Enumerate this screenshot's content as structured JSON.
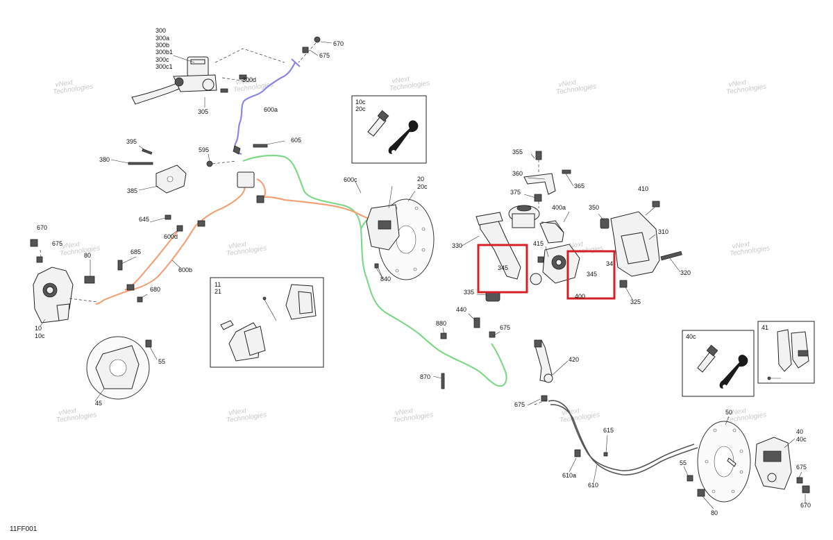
{
  "figure_code": "11FF001",
  "watermark": {
    "line1": "vNext",
    "line2": "Technologies",
    "combined": "vNext Technologies"
  },
  "colors": {
    "hose_front_upper": "#8c86e8",
    "hose_rear": "#7fd88a",
    "hose_front_lower": "#f2a277",
    "highlight": "#d41f26"
  },
  "callouts": [
    {
      "id": "c-300",
      "text": "300"
    },
    {
      "id": "c-300a",
      "text": "300a"
    },
    {
      "id": "c-300b",
      "text": "300b"
    },
    {
      "id": "c-300b1",
      "text": "300b1"
    },
    {
      "id": "c-300c",
      "text": "300c"
    },
    {
      "id": "c-300c1",
      "text": "300c1"
    },
    {
      "id": "c-300d",
      "text": "300d"
    },
    {
      "id": "c-305",
      "text": "305"
    },
    {
      "id": "c-670-top",
      "text": "670"
    },
    {
      "id": "c-675-top",
      "text": "675"
    },
    {
      "id": "c-600a",
      "text": "600a"
    },
    {
      "id": "c-605",
      "text": "605"
    },
    {
      "id": "c-595",
      "text": "595"
    },
    {
      "id": "c-395",
      "text": "395"
    },
    {
      "id": "c-380",
      "text": "380"
    },
    {
      "id": "c-385",
      "text": "385"
    },
    {
      "id": "c-600c",
      "text": "600c"
    },
    {
      "id": "c-20",
      "text": "20"
    },
    {
      "id": "c-20c",
      "text": "20c"
    },
    {
      "id": "c-645",
      "text": "645"
    },
    {
      "id": "c-600d",
      "text": "600d"
    },
    {
      "id": "c-670-left",
      "text": "670"
    },
    {
      "id": "c-675-left",
      "text": "675"
    },
    {
      "id": "c-80-left",
      "text": "80"
    },
    {
      "id": "c-685",
      "text": "685"
    },
    {
      "id": "c-600b",
      "text": "600b"
    },
    {
      "id": "c-680",
      "text": "680"
    },
    {
      "id": "c-10",
      "text": "10"
    },
    {
      "id": "c-10c",
      "text": "10c"
    },
    {
      "id": "c-55-left",
      "text": "55"
    },
    {
      "id": "c-45",
      "text": "45"
    },
    {
      "id": "c-840",
      "text": "840"
    },
    {
      "id": "c-355",
      "text": "355"
    },
    {
      "id": "c-360",
      "text": "360"
    },
    {
      "id": "c-365",
      "text": "365"
    },
    {
      "id": "c-375",
      "text": "375"
    },
    {
      "id": "c-400a",
      "text": "400a"
    },
    {
      "id": "c-350",
      "text": "350"
    },
    {
      "id": "c-410",
      "text": "410"
    },
    {
      "id": "c-310",
      "text": "310"
    },
    {
      "id": "c-330",
      "text": "330"
    },
    {
      "id": "c-415",
      "text": "415"
    },
    {
      "id": "c-345-a",
      "text": "345"
    },
    {
      "id": "c-345-b",
      "text": "345"
    },
    {
      "id": "c-34",
      "text": "34"
    },
    {
      "id": "c-400",
      "text": "400"
    },
    {
      "id": "c-320",
      "text": "320"
    },
    {
      "id": "c-325",
      "text": "325"
    },
    {
      "id": "c-335",
      "text": "335"
    },
    {
      "id": "c-440",
      "text": "440"
    },
    {
      "id": "c-880",
      "text": "880"
    },
    {
      "id": "c-675-mid",
      "text": "675"
    },
    {
      "id": "c-870",
      "text": "870"
    },
    {
      "id": "c-420",
      "text": "420"
    },
    {
      "id": "c-675-low",
      "text": "675"
    },
    {
      "id": "c-615",
      "text": "615"
    },
    {
      "id": "c-610a",
      "text": "610a"
    },
    {
      "id": "c-610",
      "text": "610"
    },
    {
      "id": "c-50",
      "text": "50"
    },
    {
      "id": "c-40",
      "text": "40"
    },
    {
      "id": "c-40c",
      "text": "40c"
    },
    {
      "id": "c-55-right",
      "text": "55"
    },
    {
      "id": "c-675-right",
      "text": "675"
    },
    {
      "id": "c-670-right",
      "text": "670"
    },
    {
      "id": "c-80-right",
      "text": "80"
    }
  ],
  "inset_boxes": [
    {
      "id": "inset-10c",
      "lines": [
        "10c",
        "20c"
      ]
    },
    {
      "id": "inset-11",
      "lines": [
        "11",
        "21"
      ]
    },
    {
      "id": "inset-40c",
      "lines": [
        "40c"
      ]
    },
    {
      "id": "inset-41",
      "lines": [
        "41"
      ]
    }
  ]
}
